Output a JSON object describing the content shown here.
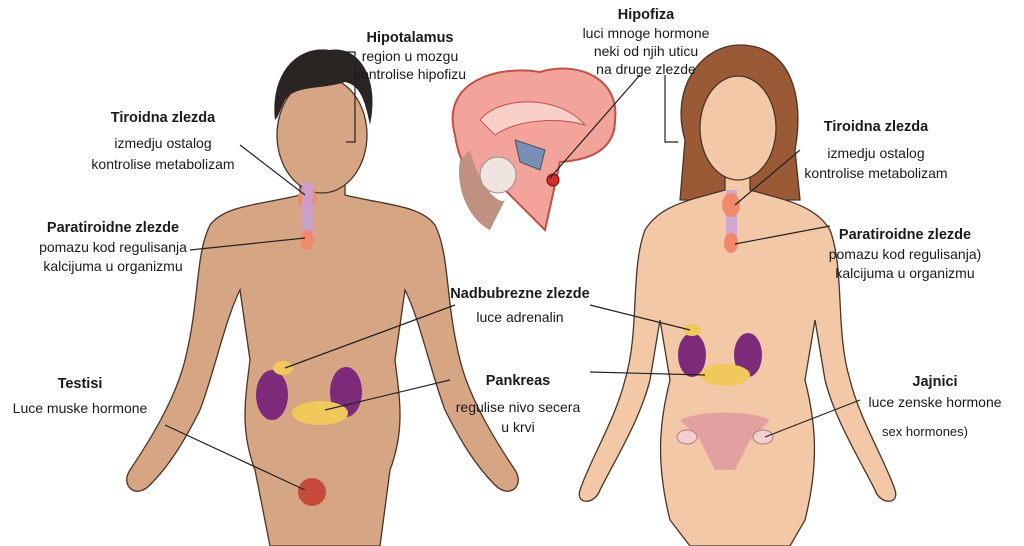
{
  "labels": {
    "hypothalamus": {
      "title": "Hipotalamus",
      "lines": [
        "region u mozgu",
        "kontrolise hipofizu"
      ]
    },
    "pituitary": {
      "title": "Hipofiza",
      "lines": [
        "luci mnoge hormone",
        "neki od njih uticu",
        "na druge zlezde"
      ]
    },
    "thyroid_male": {
      "title": "Tiroidna zlezda",
      "lines": [
        "izmedju ostalog",
        "kontrolise metabolizam"
      ]
    },
    "parathyroid_male": {
      "title": "Paratiroidne zlezde",
      "lines": [
        "pomazu kod regulisanja",
        "kalcijuma u organizmu"
      ]
    },
    "adrenal": {
      "title": "Nadbubrezne zlezde",
      "lines": [
        "luce adrenalin"
      ]
    },
    "pancreas": {
      "title": "Pankreas",
      "lines": [
        "regulise nivo secera",
        "u krvi"
      ]
    },
    "testes": {
      "title": "Testisi",
      "lines": [
        "Luce muske hormone"
      ]
    },
    "thyroid_female": {
      "title": "Tiroidna zlezda",
      "lines": [
        "izmedju ostalog",
        "kontrolise metabolizam"
      ]
    },
    "parathyroid_female": {
      "title": "Paratiroidne zlezde",
      "lines": [
        "pomazu kod regulisanja)",
        "kalcijuma u organizmu"
      ]
    },
    "ovaries": {
      "title": "Jajnici",
      "lines": [
        "luce zenske hormone",
        "sex hormones)"
      ]
    }
  },
  "colors": {
    "male_skin": "#d6a584",
    "female_skin": "#f2c8a6",
    "hair_male": "#2a2422",
    "hair_female": "#9a5a36",
    "kidney": "#7d2a7a",
    "pancreas": "#f1c85c",
    "thyroid": "#f08a6a"
  }
}
